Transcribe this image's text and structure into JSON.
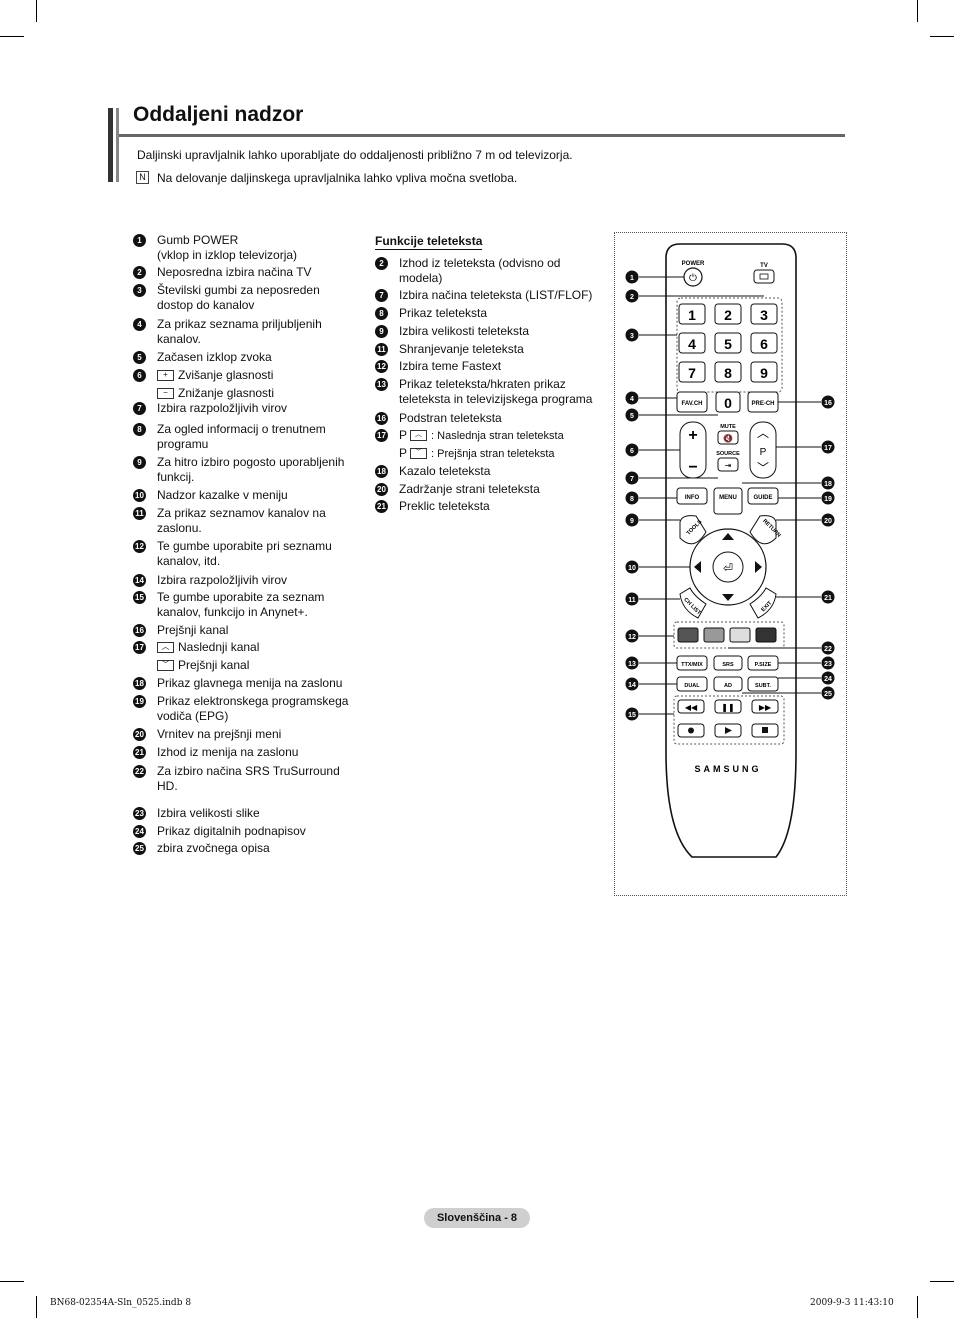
{
  "title": "Oddaljeni nadzor",
  "intro": "Daljinski upravljalnik lahko uporabljate do oddaljenosti približno 7 m od televizorja.",
  "note_icon": "N",
  "note": "Na delovanje daljinskega upravljalnika lahko vpliva močna svetloba.",
  "left_list": [
    {
      "n": "1",
      "lines": [
        "Gumb POWER",
        "(vklop in izklop televizorja)"
      ]
    },
    {
      "n": "2",
      "lines": [
        "Neposredna izbira načina TV"
      ]
    },
    {
      "n": "3",
      "lines": [
        "Številski gumbi za neposreden",
        "dostop do kanalov"
      ]
    },
    {
      "n": "4",
      "lines": [
        "Za prikaz seznama priljubljenih",
        "kanalov."
      ]
    },
    {
      "n": "5",
      "lines": [
        "Začasen izklop zvoka"
      ]
    },
    {
      "n": "6",
      "key1": "+",
      "text1": "Zvišanje glasnosti",
      "key2": "−",
      "text2": "Znižanje glasnosti"
    },
    {
      "n": "7",
      "lines": [
        "Izbira razpoložljivih virov"
      ]
    },
    {
      "n": "8",
      "lines": [
        "Za ogled informacij o trenutnem",
        "programu"
      ]
    },
    {
      "n": "9",
      "lines": [
        "Za hitro izbiro pogosto uporabljenih",
        "funkcij."
      ]
    },
    {
      "n": "10",
      "lines": [
        "Nadzor kazalke v meniju"
      ]
    },
    {
      "n": "11",
      "lines": [
        "Za prikaz seznamov kanalov na",
        "zaslonu."
      ]
    },
    {
      "n": "12",
      "lines": [
        "Te gumbe uporabite pri seznamu",
        "kanalov, itd."
      ]
    },
    {
      "n": "14",
      "lines": [
        "Izbira razpoložljivih virov"
      ]
    },
    {
      "n": "15",
      "lines": [
        "Te gumbe uporabite za seznam",
        "kanalov, funkcijo in Anynet+."
      ]
    },
    {
      "n": "16",
      "lines": [
        "Prejšnji kanal"
      ]
    },
    {
      "n": "17",
      "key1": "︿",
      "text1": "Naslednji kanal",
      "key2": "﹀",
      "text2": "Prejšnji kanal"
    },
    {
      "n": "18",
      "lines": [
        "Prikaz glavnega menija na zaslonu"
      ]
    },
    {
      "n": "19",
      "lines": [
        "Prikaz elektronskega programskega",
        "vodiča (EPG)"
      ]
    },
    {
      "n": "20",
      "lines": [
        "Vrnitev na prejšnji meni"
      ]
    },
    {
      "n": "21",
      "lines": [
        "Izhod iz menija na zaslonu"
      ]
    },
    {
      "n": "22",
      "lines": [
        "Za izbiro načina SRS TruSurround",
        "HD."
      ]
    },
    {
      "n": "23",
      "lines": [
        "Izbira velikosti slike"
      ]
    },
    {
      "n": "24",
      "lines": [
        "Prikaz digitalnih podnapisov"
      ]
    },
    {
      "n": "25",
      "lines": [
        "zbira zvočnega opisa"
      ]
    }
  ],
  "teletext_title": "Funkcije teleteksta",
  "teletext_list": [
    {
      "n": "2",
      "lines": [
        "Izhod iz teleteksta (odvisno od",
        "modela)"
      ]
    },
    {
      "n": "7",
      "lines": [
        "Izbira načina teleteksta (LIST/FLOF)"
      ]
    },
    {
      "n": "8",
      "lines": [
        "Prikaz teleteksta"
      ]
    },
    {
      "n": "9",
      "lines": [
        "Izbira velikosti teleteksta"
      ]
    },
    {
      "n": "11",
      "lines": [
        "Shranjevanje teleteksta"
      ]
    },
    {
      "n": "12",
      "lines": [
        "Izbira teme Fastext"
      ]
    },
    {
      "n": "13",
      "lines": [
        "Prikaz teleteksta/hkraten prikaz",
        "teleteksta in televizijskega programa"
      ]
    },
    {
      "n": "16",
      "lines": [
        "Podstran teleteksta"
      ]
    },
    {
      "n": "17",
      "p1": "P",
      "key1": "︿",
      "text1": ": Naslednja stran teleteksta",
      "p2": "P",
      "key2": "﹀",
      "text2": ": Prejšnja stran teleteksta"
    },
    {
      "n": "18",
      "lines": [
        "Kazalo teleteksta"
      ]
    },
    {
      "n": "20",
      "lines": [
        "Zadržanje strani teleteksta"
      ]
    },
    {
      "n": "21",
      "lines": [
        "Preklic teleteksta"
      ]
    }
  ],
  "remote": {
    "power": "POWER",
    "tv": "TV",
    "digits": [
      "1",
      "2",
      "3",
      "4",
      "5",
      "6",
      "7",
      "8",
      "9"
    ],
    "fav": "FAV.CH",
    "zero": "0",
    "prech": "PRE-CH",
    "mute": "MUTE",
    "source": "SOURCE",
    "p": "P",
    "info": "INFO",
    "menu": "MENU",
    "guide": "GUIDE",
    "tools": "TOOLS",
    "return": "RETURN",
    "chlist": "CH LIST",
    "exit": "EXIT",
    "ttx": "TTX/MIX",
    "srs": "SRS",
    "psize": "P.SIZE",
    "dual": "DUAL",
    "ad": "AD",
    "subt": "SUBT.",
    "brand": "SAMSUNG",
    "color_keys": [
      "#555555",
      "#999999",
      "#dddddd",
      "#333333"
    ],
    "callouts_left": [
      "1",
      "2",
      "3",
      "4",
      "5",
      "6",
      "7",
      "8",
      "9",
      "10",
      "11",
      "12",
      "13",
      "14",
      "15"
    ],
    "callouts_right": [
      "16",
      "17",
      "18",
      "19",
      "20",
      "21",
      "22",
      "23",
      "24",
      "25"
    ]
  },
  "footer": "Slovenščina - 8",
  "imprint_left": "BN68-02354A-Sln_0525.indb   8",
  "imprint_right": "2009-9-3   11:43:10"
}
